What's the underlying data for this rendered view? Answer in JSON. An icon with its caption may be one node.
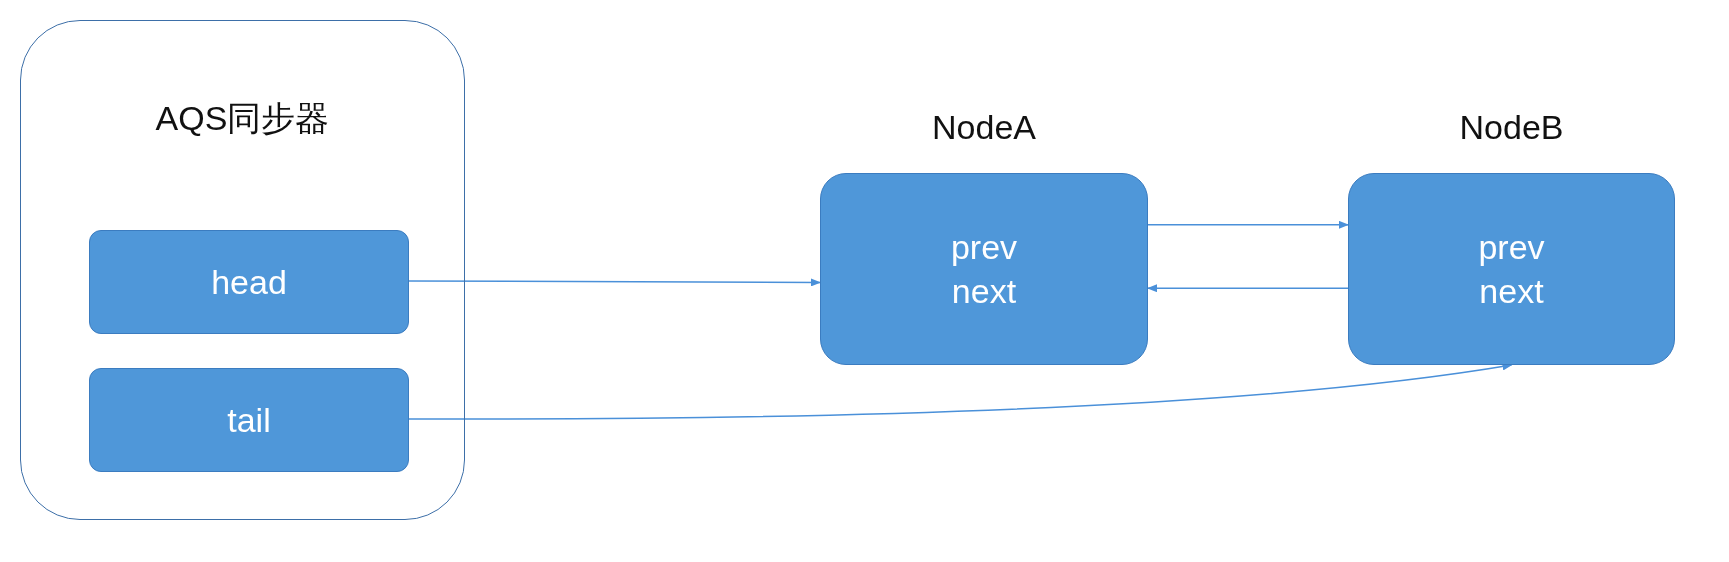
{
  "diagram": {
    "nodes": [
      {
        "text": [
          "AQS同步器"
        ]
      },
      {
        "text": [
          "head"
        ],
        "in": 0
      },
      {
        "text": [
          "tail"
        ],
        "in": 0
      },
      {
        "text": [
          "NodeA",
          "prev next"
        ]
      },
      {
        "text": [
          "NodeB",
          "prev next"
        ]
      }
    ],
    "edges": [
      {
        "from": 1,
        "to": 3,
        "arrow": "to"
      },
      {
        "from": 3,
        "to": 4,
        "arrow": "to"
      },
      {
        "from": 4,
        "to": 3,
        "arrow": "to"
      },
      {
        "from": 2,
        "to": 4,
        "arrow": "to"
      }
    ]
  }
}
